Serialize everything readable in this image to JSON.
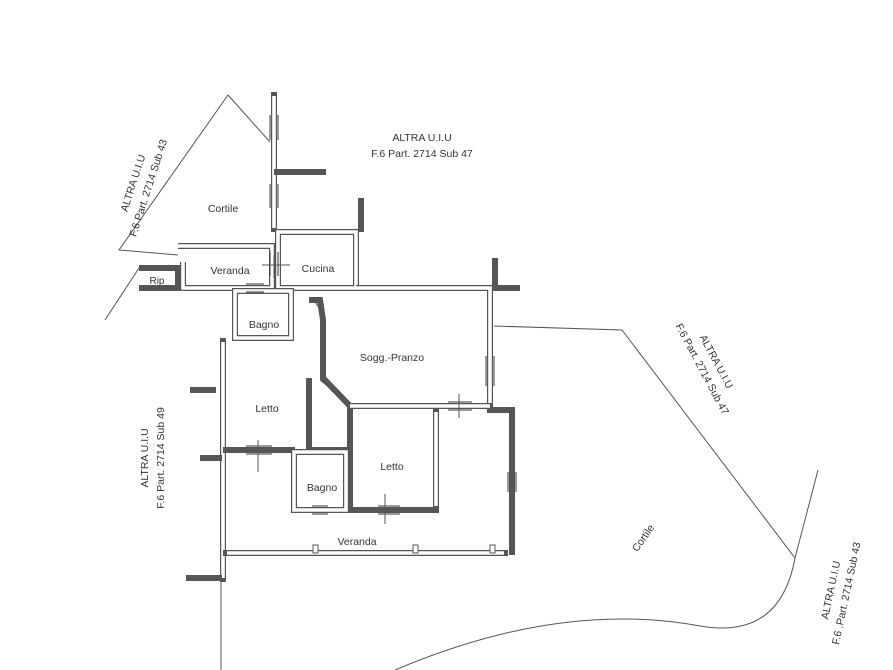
{
  "rooms": {
    "cortile_top": "Cortile",
    "veranda_top": "Veranda",
    "rip": "Rip",
    "cucina": "Cucina",
    "bagno_1": "Bagno",
    "soggiorno": "Sogg.-Pranzo",
    "letto_1": "Letto",
    "letto_2": "Letto",
    "bagno_2": "Bagno",
    "veranda_bottom": "Veranda",
    "cortile_right": "Cortile"
  },
  "neighbors": {
    "top": {
      "line1": "ALTRA U.I.U",
      "line2": "F.6 Part. 2714 Sub 47"
    },
    "top_left": {
      "line1": "ALTRA U.I.U",
      "line2": "F.6 Part. 2714 Sub 43"
    },
    "left": {
      "line1": "ALTRA U.I.U",
      "line2": "F.6 Part. 2714 Sub 49"
    },
    "right": {
      "line1": "ALTRA U.I.U",
      "line2": "F.6 Part. 2714 Sub 47"
    },
    "bottom_right": {
      "line1": "ALTRA U.I.U",
      "line2": "F.6 .Part. 2714 Sub 43"
    }
  }
}
